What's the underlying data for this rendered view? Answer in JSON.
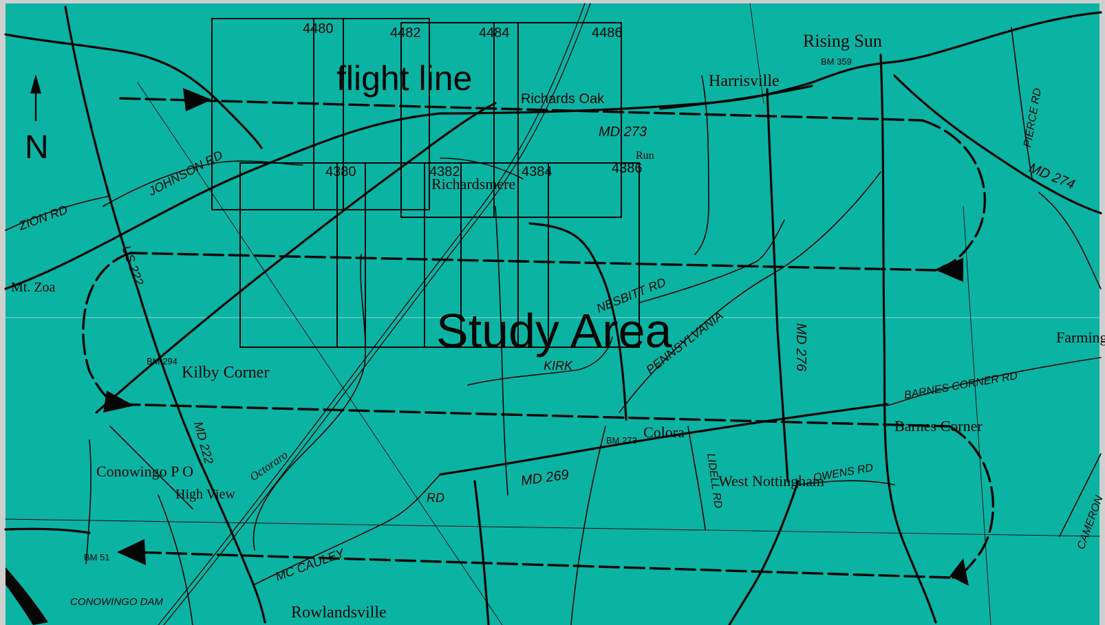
{
  "map": {
    "background_color": "#0bb3a3",
    "ink_color": "#050505",
    "frame_color": "#cfcfcf",
    "north_arrow_label": "N",
    "annotations": {
      "flight_line": "flight line",
      "study_area": "Study Area"
    },
    "photo_frame_ids": {
      "top_row": [
        "4480",
        "4482",
        "4484",
        "4486"
      ],
      "second_row": [
        "4380",
        "4382",
        "4384",
        "4386"
      ]
    },
    "places": [
      "Rising Sun",
      "Harrisville",
      "Richards Oak",
      "Richardsmere",
      "Mt. Zoa",
      "Kilby Corner",
      "Conowingo P O",
      "High View",
      "Colora",
      "West Nottingham",
      "Barnes Corner",
      "Rowlandsville",
      "Farming"
    ],
    "roads": [
      "MD 273",
      "MD 274",
      "MD 276",
      "MD 269",
      "MD 222",
      "US 222",
      "JOHNSON RD",
      "ZION RD",
      "PIERCE RD",
      "NESBITT RD",
      "PENNSYLVANIA",
      "KIRK",
      "MC CAULEY",
      "OWENS RD",
      "LIDELL RD",
      "BARNES CORNER RD",
      "CAMERON",
      "Octoraro",
      "CONOWINGO DAM",
      "Run",
      "RD"
    ],
    "benchmarks": [
      "BM 294",
      "BM 51",
      "BM 359",
      "BM 273"
    ]
  }
}
